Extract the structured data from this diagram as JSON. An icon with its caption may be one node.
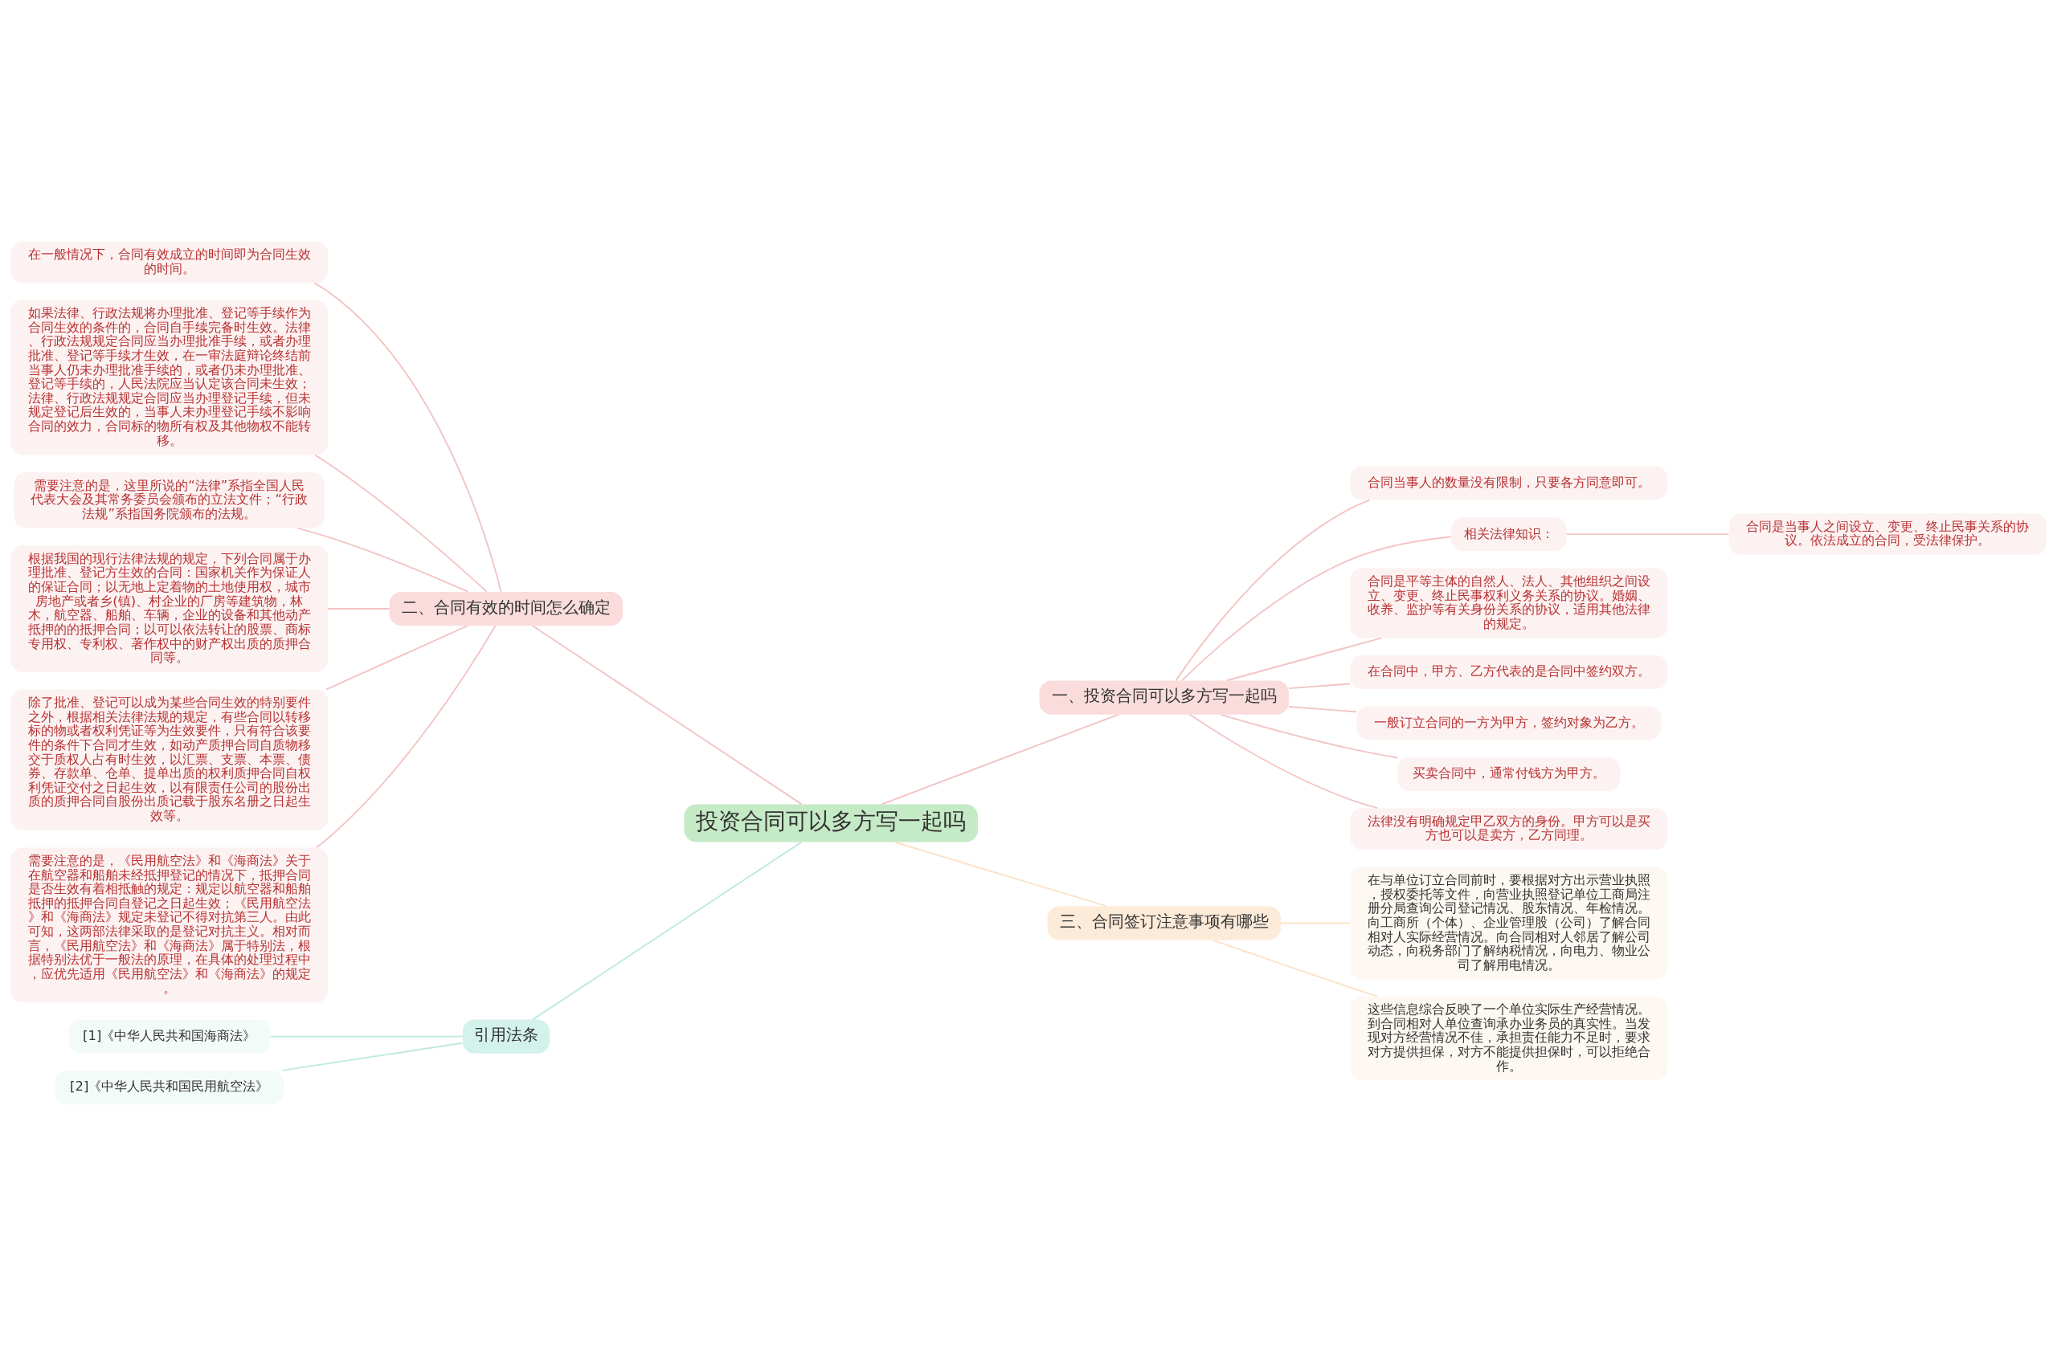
{
  "diagram": {
    "nodes": [
      {
        "text": [
          "投资合同可以多方写一起吗"
        ]
      },
      {
        "text": [
          "一、投资合同可以多方写一起吗"
        ]
      },
      {
        "text": [
          "合同当事人的数量没有限制，只要各方同意即可。"
        ]
      },
      {
        "text": [
          "相关法律知识："
        ]
      },
      {
        "text": [
          "合同是当事人之间设立、变更、终止民事关系的协议。依法成立的合同，受法律保护。"
        ]
      },
      {
        "text": [
          "合同是平等主体的自然人、法人、其他组织之间设立、变更、终止民事权利义务关系的协议。婚姻、收养、监护等有关身份关系的协议，适用其他法律的规定。"
        ]
      },
      {
        "text": [
          "在合同中，甲方、乙方代表的是合同中签约双方。"
        ]
      },
      {
        "text": [
          "一般订立合同的一方为甲方，签约对象为乙方。"
        ]
      },
      {
        "text": [
          "买卖合同中，通常付钱方为甲方。"
        ]
      },
      {
        "text": [
          "法律没有明确规定甲乙双方的身份。甲方可以是买方也可以是卖方，乙方同理。"
        ]
      },
      {
        "text": [
          "二、合同有效的时间怎么确定"
        ]
      },
      {
        "text": [
          "在一般情况下，合同有效成立的时间即为合同生效的时间。"
        ]
      },
      {
        "text": [
          "如果法律、行政法规将办理批准、登记等手续作为合同生效的条件的，合同自手续完备时生效。法律、行政法规规定合同应当办理批准手续，或者办理批准、登记等手续才生效，在一审法庭辩论终结前当事人仍未办理批准手续的，或者仍未办理批准、登记等手续的，人民法院应当认定该合同未生效；法律、行政法规规定合同应当办理登记手续，但未规定登记后生效的，当事人未办理登记手续不影响合同的效力，合同标的物所有权及其他物权不能转移。"
        ]
      },
      {
        "text": [
          "需要注意的是，这里所说的“法律”系指全国人民代表大会及其常务委员会颁布的立法文件；“行政法规”系指国务院颁布的法规。"
        ]
      },
      {
        "text": [
          "根据我国的现行法律法规的规定，下列合同属于办理批准、登记方生效的合同：国家机关作为保证人的保证合同；以无地上定着物的土地使用权，城市房地产或者乡(镇)、村企业的厂房等建筑物，林木，航空器、船舶、车辆，企业的设备和其他动产抵押的的抵押合同；以可以依法转让的股票、商标专用权、专利权、著作权中的财产权出质的质押合同等。"
        ]
      },
      {
        "text": [
          "除了批准、登记可以成为某些合同生效的特别要件之外，根据相关法律法规的规定，有些合同以转移标的物或者权利凭证等为生效要件，只有符合该要件的条件下合同才生效，如动产质押合同自质物移交于质权人占有时生效，以汇票、支票、本票、债券、存款单、仓单、提单出质的权利质押合同自权利凭证交付之日起生效，以有限责任公司的股份出质的质押合同自股份出质记载于股东名册之日起生效等。"
        ]
      },
      {
        "text": [
          "需要注意的是，《民用航空法》和《海商法》关于在航空器和船舶未经抵押登记的情况下，抵押合同是否生效有着相抵触的规定：规定以航空器和船舶抵押的抵押合同自登记之日起生效；《民用航空法》和《海商法》规定未登记不得对抗第三人。由此可知，这两部法律采取的是登记对抗主义。相对而言，《民用航空法》和《海商法》属于特别法，根据特别法优于一般法的原理，在具体的处理过程中，应优先适用《民用航空法》和《海商法》的规定。"
        ]
      },
      {
        "text": [
          "三、合同签订注意事项有哪些"
        ]
      },
      {
        "text": [
          "在与单位订立合同前时，要根据对方出示营业执照，授权委托等文件，向营业执照登记单位工商局注册分局查询公司登记情况、股东情况、年检情况。向工商所（个体）、企业管理股（公司）了解合同相对人实际经营情况。向合同相对人邻居了解公司动态，向税务部门了解纳税情况，向电力、物业公司了解用电情况。"
        ]
      },
      {
        "text": [
          "这些信息综合反映了一个单位实际生产经营情况。到合同相对人单位查询承办业务员的真实性。当发现对方经营情况不佳，承担责任能力不足时，要求对方提供担保，对方不能提供担保时，可以拒绝合作。"
        ]
      },
      {
        "text": [
          "引用法条"
        ]
      },
      {
        "text": [
          "[1]《中华人民共和国海商法》"
        ]
      },
      {
        "text": [
          "[2]《中华人民共和国民用航空法》"
        ]
      }
    ],
    "edges": [
      {
        "from": 0,
        "to": 1,
        "arrow": "none"
      },
      {
        "from": 1,
        "to": 2,
        "arrow": "none"
      },
      {
        "from": 1,
        "to": 3,
        "arrow": "none"
      },
      {
        "from": 3,
        "to": 4,
        "arrow": "none"
      },
      {
        "from": 1,
        "to": 5,
        "arrow": "none"
      },
      {
        "from": 1,
        "to": 6,
        "arrow": "none"
      },
      {
        "from": 1,
        "to": 7,
        "arrow": "none"
      },
      {
        "from": 1,
        "to": 8,
        "arrow": "none"
      },
      {
        "from": 1,
        "to": 9,
        "arrow": "none"
      },
      {
        "from": 0,
        "to": 10,
        "arrow": "none"
      },
      {
        "from": 10,
        "to": 11,
        "arrow": "none"
      },
      {
        "from": 10,
        "to": 12,
        "arrow": "none"
      },
      {
        "from": 10,
        "to": 13,
        "arrow": "none"
      },
      {
        "from": 10,
        "to": 14,
        "arrow": "none"
      },
      {
        "from": 10,
        "to": 15,
        "arrow": "none"
      },
      {
        "from": 10,
        "to": 16,
        "arrow": "none"
      },
      {
        "from": 0,
        "to": 17,
        "arrow": "none",
        "color": "#fbe3c8"
      },
      {
        "from": 17,
        "to": 18,
        "arrow": "none",
        "color": "#fbe3c8"
      },
      {
        "from": 17,
        "to": 19,
        "arrow": "none",
        "color": "#fbe3c8"
      },
      {
        "from": 0,
        "to": 20,
        "arrow": "none",
        "color": "#bfe9e0"
      },
      {
        "from": 20,
        "to": 21,
        "arrow": "none",
        "color": "#bfe9e0"
      },
      {
        "from": 20,
        "to": 22,
        "arrow": "none",
        "color": "#bfe9e0"
      }
    ]
  }
}
